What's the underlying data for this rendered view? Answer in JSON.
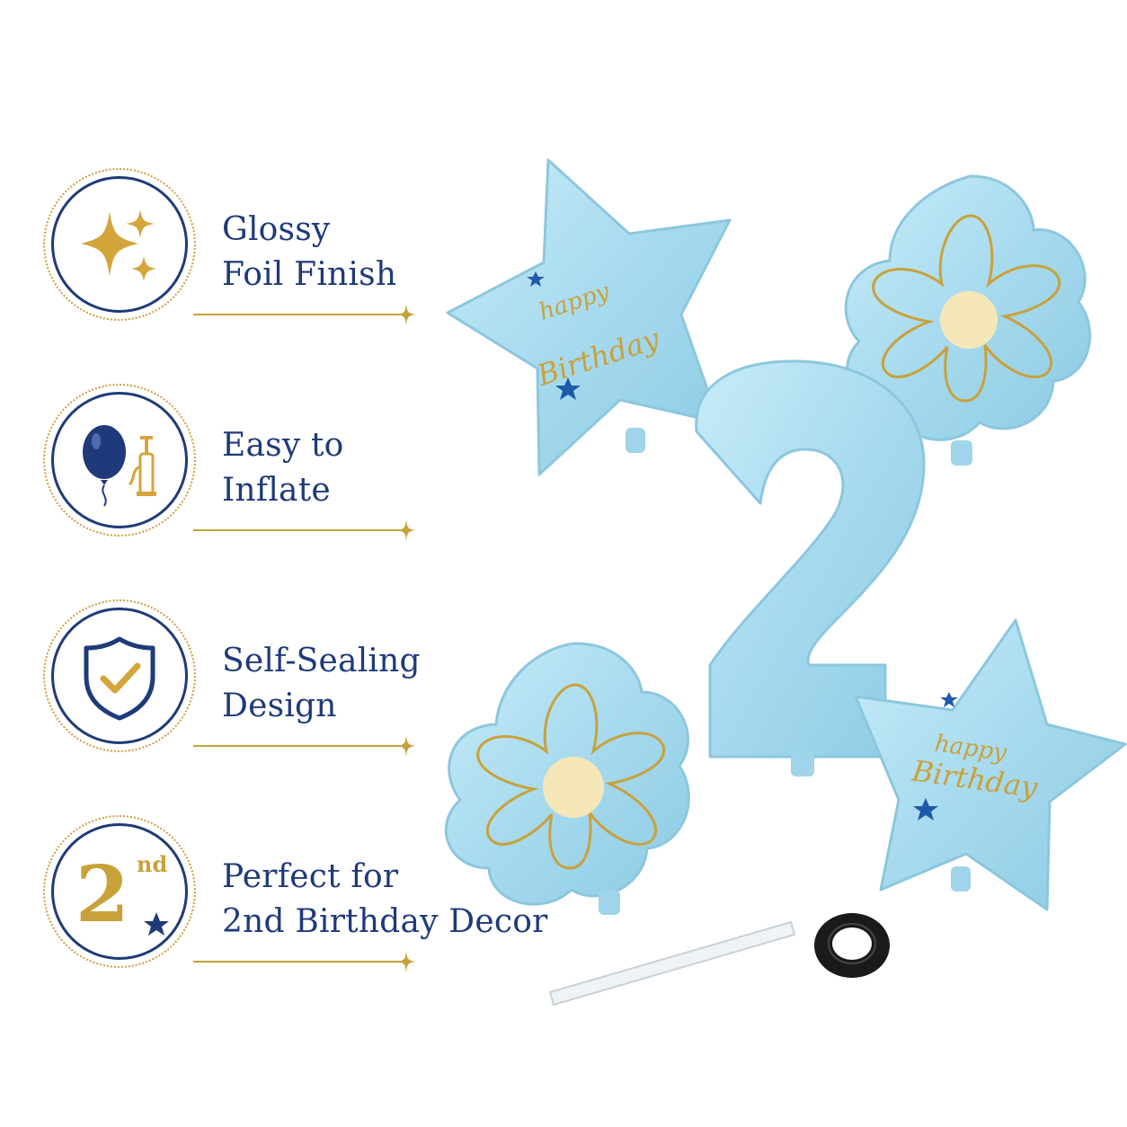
{
  "features": [
    {
      "icon": "sparkle-icon",
      "line1": "Glossy",
      "line2": "Foil Finish"
    },
    {
      "icon": "balloon-pump-icon",
      "line1": "Easy to",
      "line2": "Inflate"
    },
    {
      "icon": "shield-check-icon",
      "line1": "Self-Sealing",
      "line2": "Design"
    },
    {
      "icon": "second-birthday-icon",
      "line1": "Perfect for",
      "line2": "2nd Birthday Decor"
    }
  ],
  "badge_number": {
    "digit": "2",
    "suffix": "nd"
  },
  "balloons": {
    "star_text_top": "happy",
    "star_text_bottom": "Birthday",
    "number_balloon": "2"
  },
  "colors": {
    "navy": "#1f3a7a",
    "gold": "#c9a13b",
    "balloon_blue": "#a9dbee",
    "flower_center": "#f6e7b9"
  }
}
